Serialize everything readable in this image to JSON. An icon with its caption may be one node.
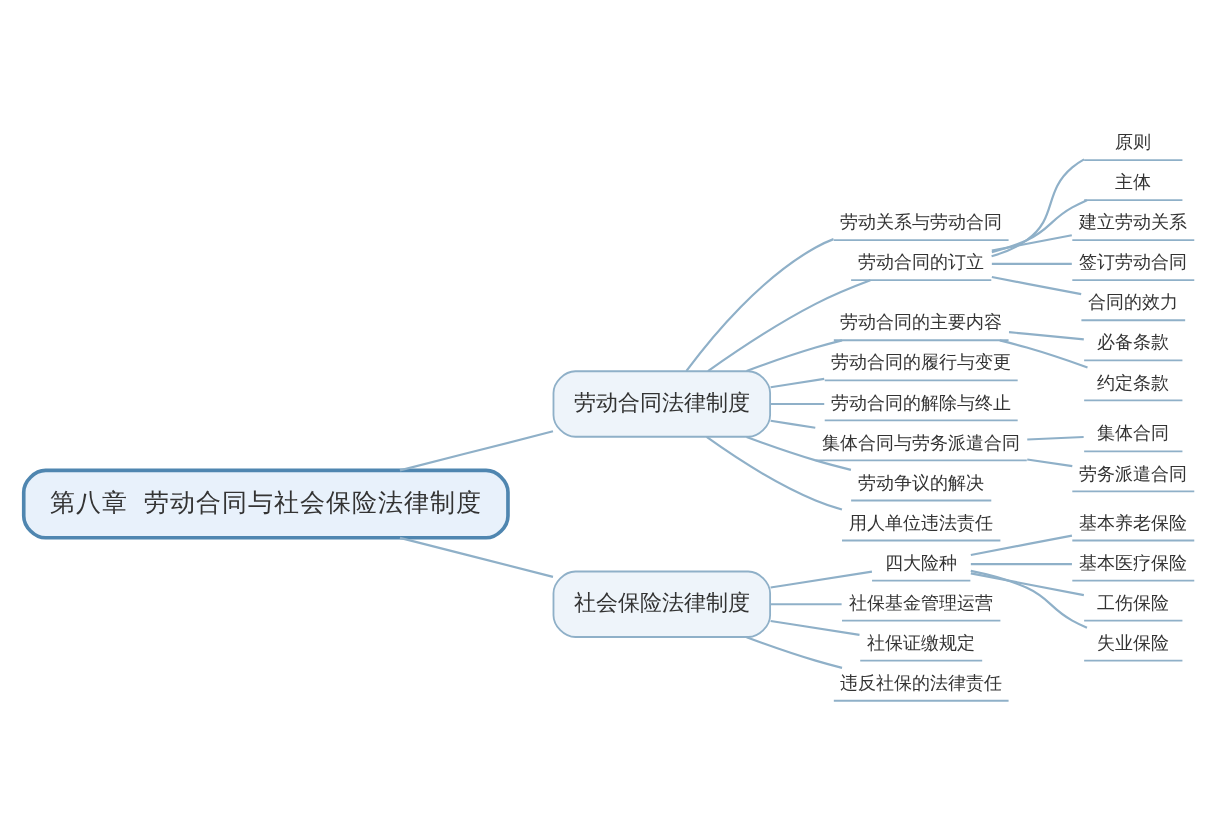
{
  "diagram": {
    "nodes": [
      {
        "text": [
          "第八章  劳动合同与社会保险法律制度"
        ]
      },
      {
        "text": [
          "劳动合同法律制度"
        ]
      },
      {
        "text": [
          "劳动关系与劳动合同"
        ]
      },
      {
        "text": [
          "劳动合同的订立"
        ]
      },
      {
        "text": [
          "原则"
        ]
      },
      {
        "text": [
          "主体"
        ]
      },
      {
        "text": [
          "建立劳动关系"
        ]
      },
      {
        "text": [
          "签订劳动合同"
        ]
      },
      {
        "text": [
          "合同的效力"
        ]
      },
      {
        "text": [
          "劳动合同的主要内容"
        ]
      },
      {
        "text": [
          "必备条款"
        ]
      },
      {
        "text": [
          "约定条款"
        ]
      },
      {
        "text": [
          "劳动合同的履行与变更"
        ]
      },
      {
        "text": [
          "劳动合同的解除与终止"
        ]
      },
      {
        "text": [
          "集体合同与劳务派遣合同"
        ]
      },
      {
        "text": [
          "集体合同"
        ]
      },
      {
        "text": [
          "劳务派遣合同"
        ]
      },
      {
        "text": [
          "劳动争议的解决"
        ]
      },
      {
        "text": [
          "用人单位违法责任"
        ]
      },
      {
        "text": [
          "社会保险法律制度"
        ]
      },
      {
        "text": [
          "四大险种"
        ]
      },
      {
        "text": [
          "基本养老保险"
        ]
      },
      {
        "text": [
          "基本医疗保险"
        ]
      },
      {
        "text": [
          "工伤保险"
        ]
      },
      {
        "text": [
          "失业保险"
        ]
      },
      {
        "text": [
          "社保基金管理运营"
        ]
      },
      {
        "text": [
          "社保证缴规定"
        ]
      },
      {
        "text": [
          "违反社保的法律责任"
        ]
      }
    ],
    "edges": [
      {
        "from": 0,
        "to": 1,
        "arrow": "none"
      },
      {
        "from": 1,
        "to": 2,
        "arrow": "none"
      },
      {
        "from": 1,
        "to": 3,
        "arrow": "none"
      },
      {
        "from": 3,
        "to": 4,
        "arrow": "none"
      },
      {
        "from": 3,
        "to": 5,
        "arrow": "none"
      },
      {
        "from": 3,
        "to": 6,
        "arrow": "none"
      },
      {
        "from": 3,
        "to": 7,
        "arrow": "none"
      },
      {
        "from": 3,
        "to": 8,
        "arrow": "none"
      },
      {
        "from": 1,
        "to": 9,
        "arrow": "none"
      },
      {
        "from": 9,
        "to": 10,
        "arrow": "none"
      },
      {
        "from": 9,
        "to": 11,
        "arrow": "none"
      },
      {
        "from": 1,
        "to": 12,
        "arrow": "none"
      },
      {
        "from": 1,
        "to": 13,
        "arrow": "none"
      },
      {
        "from": 1,
        "to": 14,
        "arrow": "none"
      },
      {
        "from": 14,
        "to": 15,
        "arrow": "none"
      },
      {
        "from": 14,
        "to": 16,
        "arrow": "none"
      },
      {
        "from": 1,
        "to": 17,
        "arrow": "none"
      },
      {
        "from": 1,
        "to": 18,
        "arrow": "none"
      },
      {
        "from": 0,
        "to": 19,
        "arrow": "none"
      },
      {
        "from": 19,
        "to": 20,
        "arrow": "none"
      },
      {
        "from": 20,
        "to": 21,
        "arrow": "none"
      },
      {
        "from": 20,
        "to": 22,
        "arrow": "none"
      },
      {
        "from": 20,
        "to": 23,
        "arrow": "none"
      },
      {
        "from": 20,
        "to": 24,
        "arrow": "none"
      },
      {
        "from": 19,
        "to": 25,
        "arrow": "none"
      },
      {
        "from": 19,
        "to": 26,
        "arrow": "none"
      },
      {
        "from": 19,
        "to": 27,
        "arrow": "none"
      }
    ]
  }
}
